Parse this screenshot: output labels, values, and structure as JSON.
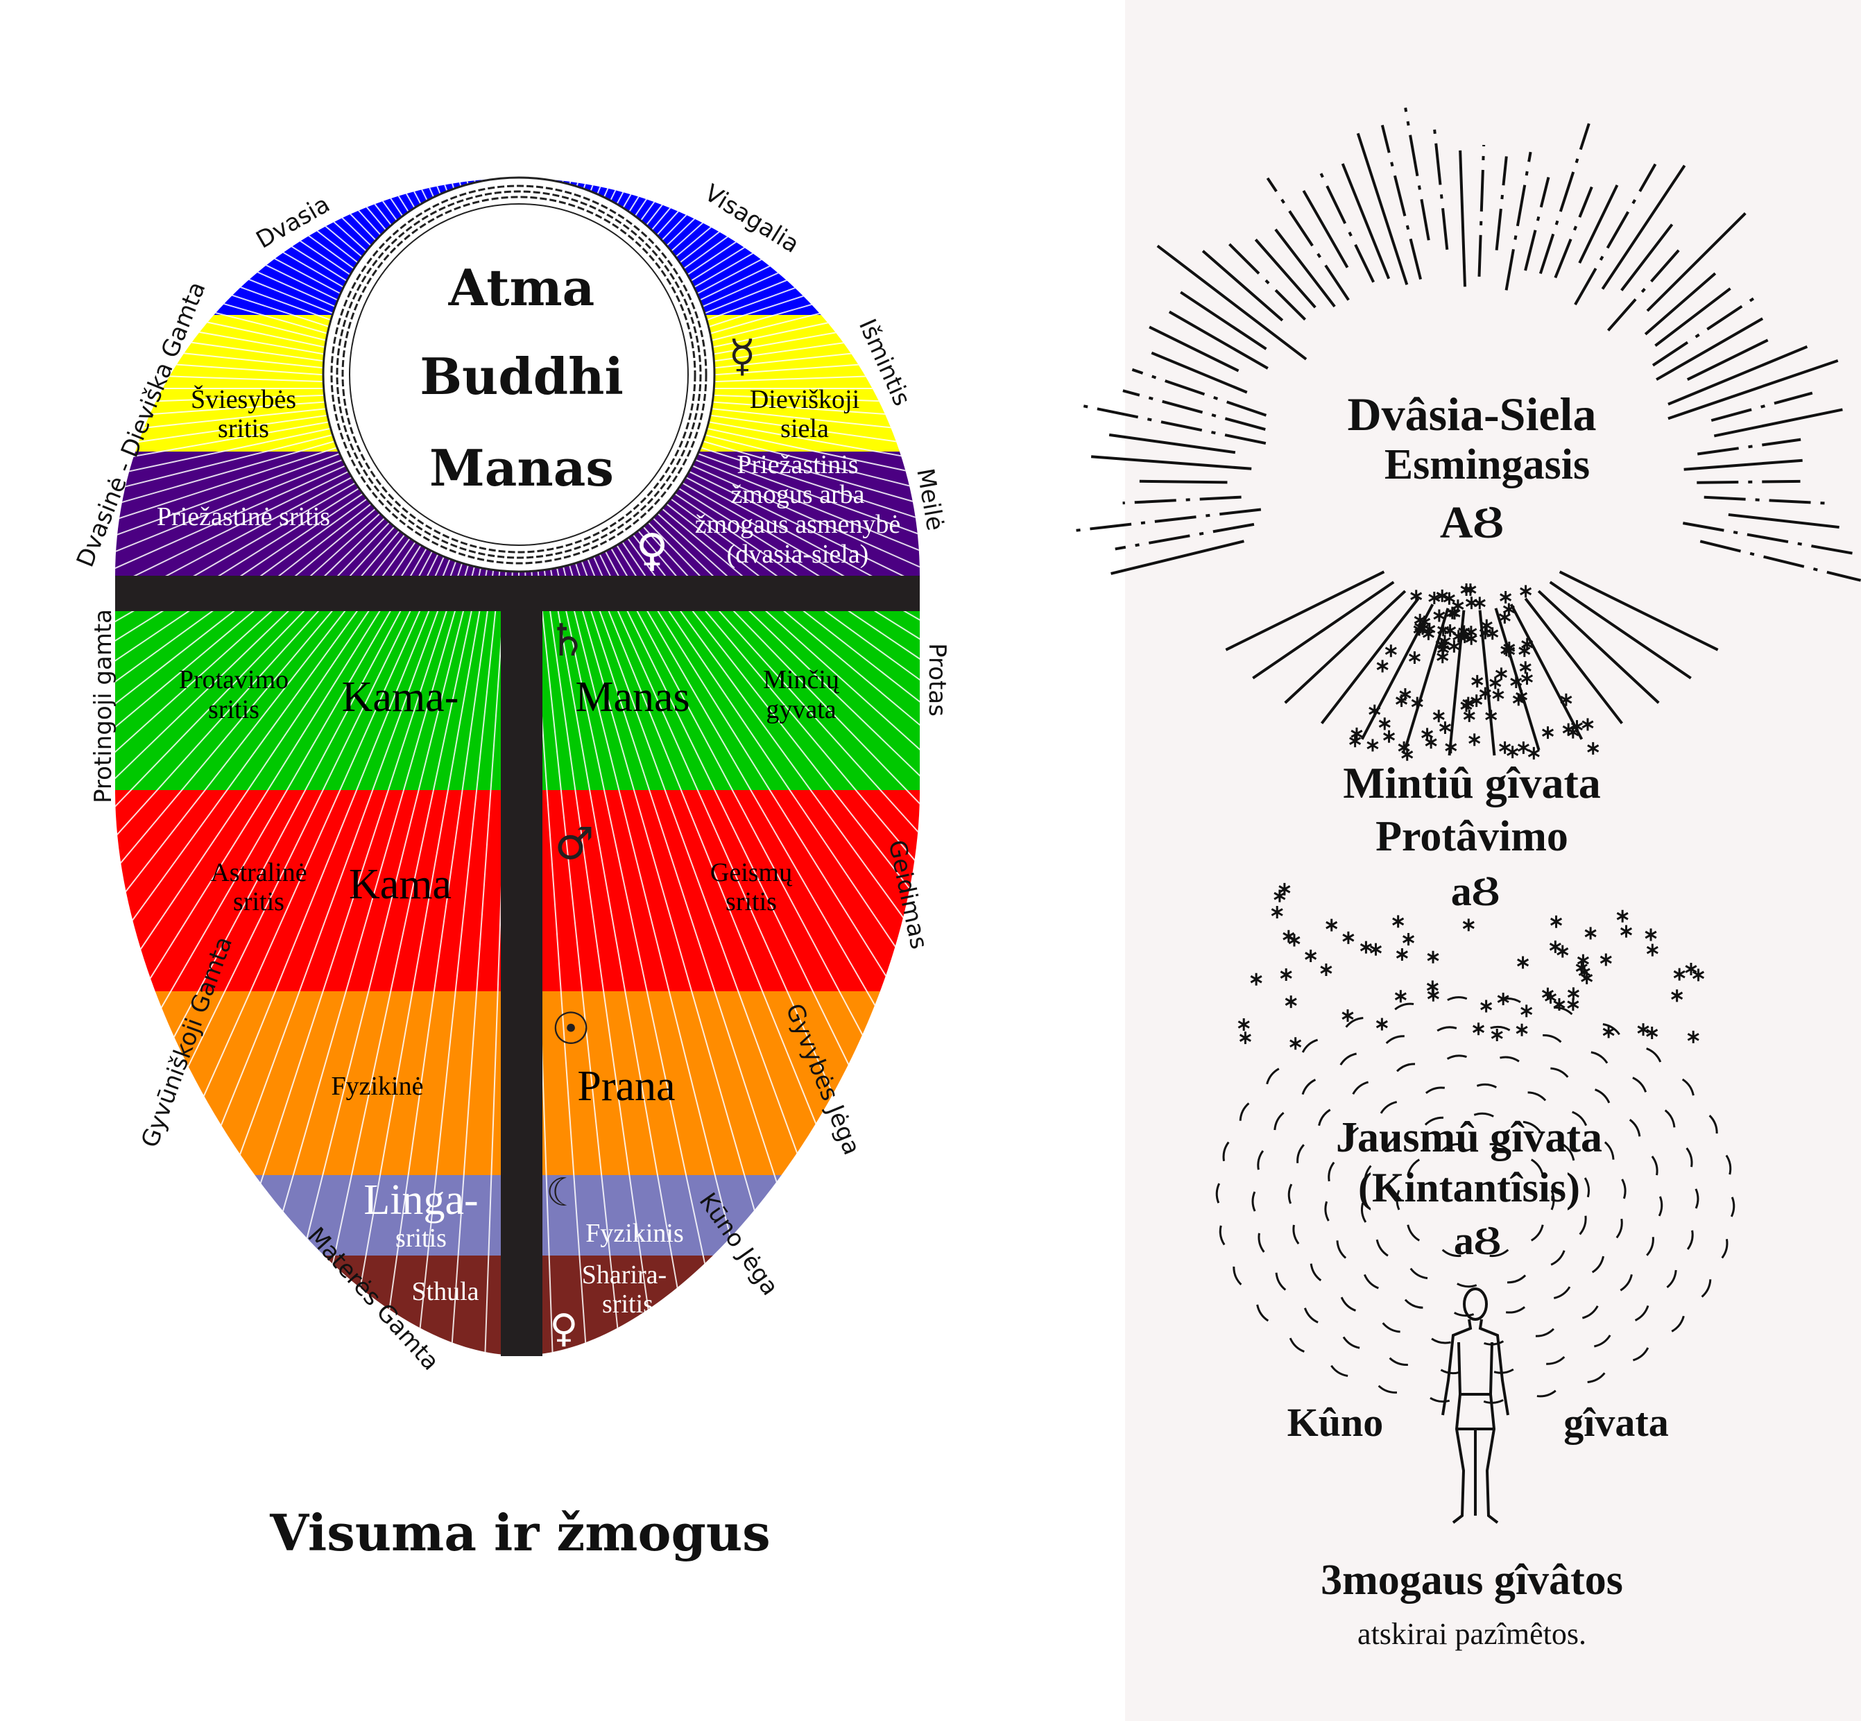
{
  "left_diagram": {
    "title": "Visuma ir žmogus",
    "center": [
      "Atma",
      "Buddhi",
      "Manas"
    ],
    "outer_labels": {
      "dvasia": "Dvasia",
      "visagalia": "Visagalia",
      "dvasine_gamta": "Dvasinė - Dieviška Gamta",
      "ismintis": "Išmintis",
      "meile": "Meilė",
      "protingoji": "Protingoji gamta",
      "protas": "Protas",
      "geidimas": "Geidimas",
      "gyvuniskoji": "Gyvūniškoji Gamta",
      "gyvybes": "Gyvybės Jėga",
      "kuno_jega": "Kūno Jėga",
      "materes": "Materės Gamta"
    },
    "bands": {
      "sviesybes": [
        "Šviesybės",
        "sritis"
      ],
      "dieviskoji": [
        "Dieviškoji",
        "siela"
      ],
      "priezastine": "Priežastinė sritis",
      "priezastinis": [
        "Priežastinis",
        "žmogus arba",
        "žmogaus asmenybė",
        "(dvasia-siela)"
      ],
      "protavimo": [
        "Protavimo",
        "sritis"
      ],
      "kama_dash": "Kama-",
      "manas": "Manas",
      "minciu": [
        "Minčių",
        "gyvata"
      ],
      "astraline": [
        "Astralinė",
        "sritis"
      ],
      "kama": "Kama",
      "geismu": [
        "Geismų",
        "sritis"
      ],
      "fyzikine": "Fyzikinė",
      "prana": "Prana",
      "linga": [
        "Linga-",
        "sritis"
      ],
      "fyzikinis": "Fyzikinis",
      "sthula": "Sthula",
      "sharira": [
        "Sharira-",
        "sritis"
      ]
    },
    "symbols": {
      "mercury": "☿",
      "venus": "♀",
      "saturn": "♄",
      "mars": "♂",
      "sun": "☉",
      "moon": "☾",
      "earth": "♁"
    },
    "colors": {
      "blue": "#0000ff",
      "yellow": "#ffff00",
      "purple": "#4b0082",
      "green": "#00c800",
      "red": "#ff0000",
      "orange": "#ff8c00",
      "lavender": "#7b7bbd",
      "brown": "#7a2520",
      "bar": "#231f20"
    }
  },
  "right_illustration": {
    "top": [
      "Dvâsia-Siela",
      "Esmingasis",
      "AȢ"
    ],
    "middle": [
      "Mintiû gîvata",
      "Protâvimo",
      "aȢ"
    ],
    "lower": [
      "Jausmû gîvata",
      "(Kintantîsis)",
      "aȢ"
    ],
    "body_left": "Kûno",
    "body_right": "gîvata",
    "caption": "3mogaus gîvâtos",
    "subcaption": "atskirai pazîmêtos.",
    "background": "#f8f4f4"
  }
}
